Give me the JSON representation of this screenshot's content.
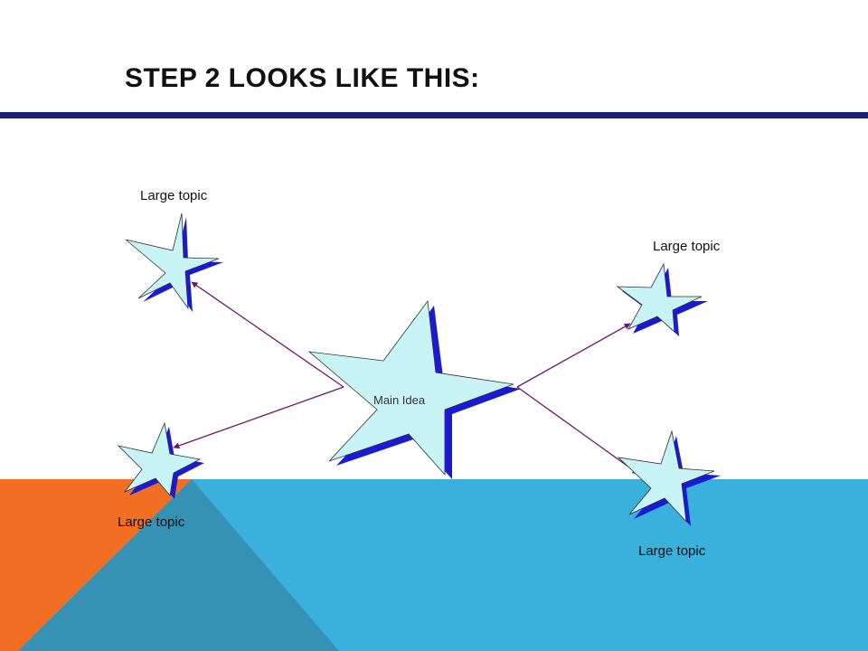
{
  "slide": {
    "title": "STEP 2 LOOKS LIKE THIS:",
    "main_label": "Main Idea",
    "topic_labels": [
      "Large topic",
      "Large topic",
      "Large topic",
      "Large topic"
    ]
  },
  "colors": {
    "rule": "#1b1f77",
    "star_fill": "#c9f4f6",
    "star_shadow": "#1a1ad6",
    "arrow": "#6b1670",
    "orange": "#f26e22",
    "blue": "#3ab0dd",
    "overlap": "#3592b4"
  },
  "icons": {
    "stars": "star-shape",
    "arrows": "arrowhead"
  }
}
